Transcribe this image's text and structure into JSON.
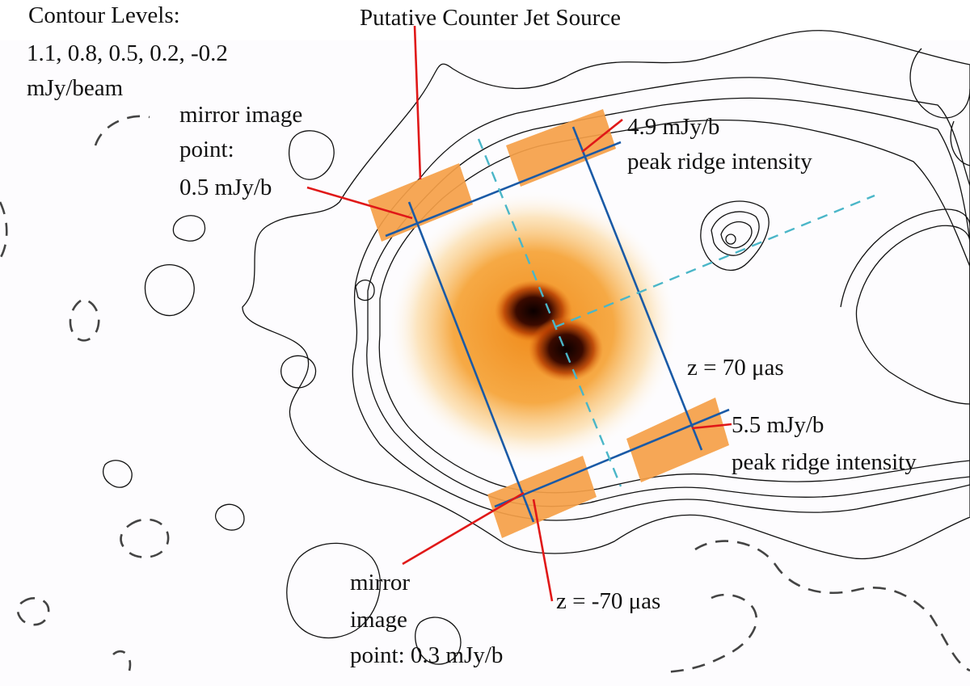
{
  "labels": {
    "contour_title": "Contour Levels:",
    "contour_values": "1.1, 0.8, 0.5, 0.2, -0.2",
    "contour_units": "mJy/beam",
    "putative": "Putative Counter Jet Source",
    "mirror_top_1": "mirror image",
    "mirror_top_2": "point:",
    "mirror_top_3": "0.5 mJy/b",
    "peak_top_1": "4.9 mJy/b",
    "peak_top_2": "peak ridge intensity",
    "z_pos": "z = 70 μas",
    "peak_bot_1": "5.5 mJy/b",
    "peak_bot_2": "peak ridge intensity",
    "mirror_bot_1": "mirror",
    "mirror_bot_2": "image",
    "mirror_bot_3": "point: 0.3 mJy/b",
    "z_neg": "z = -70 μas"
  },
  "colors": {
    "box": "#f5a048",
    "axis_lines": "#1a5aa6",
    "dashed_axis": "#4ab6c8",
    "leader_lines": "#e01818",
    "contour": "#111111",
    "negative_contour": "#444444"
  }
}
